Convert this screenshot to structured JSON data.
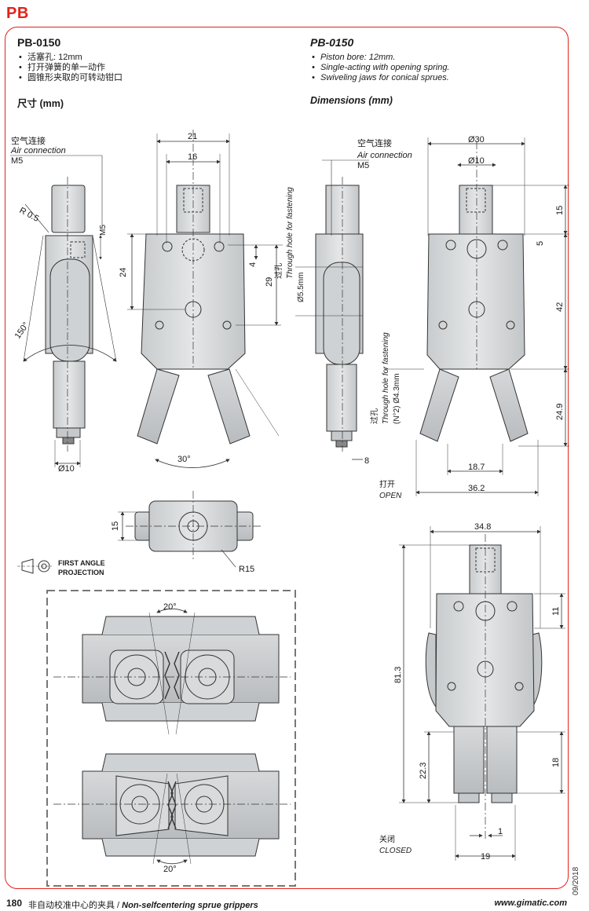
{
  "header": {
    "tag": "PB"
  },
  "left_col": {
    "model": "PB-0150",
    "bullets": [
      "活塞孔: 12mm",
      "打开弹簧的单一动作",
      "圆锥形夹取的可转动钳口"
    ],
    "dim_title": "尺寸 (mm)"
  },
  "right_col": {
    "model": "PB-0150",
    "bullets": [
      "Piston bore: 12mm.",
      "Single-acting with opening spring.",
      "Swiveling jaws for conical sprues."
    ],
    "dim_title": "Dimensions (mm)"
  },
  "labels": {
    "air_cn": "空气连接",
    "air_en": "Air connection",
    "m5": "M5",
    "r05": "R 0.5",
    "through_en": "Through hole for fastening",
    "guokong": "过孔",
    "d55": "Ø5.5mm",
    "n2_d43": "(N°2) Ø4.3mm",
    "open_cn": "打开",
    "open_en": "OPEN",
    "closed_cn": "关闭",
    "closed_en": "CLOSED",
    "first_angle_1": "FIRST ANGLE",
    "first_angle_2": "PROJECTION",
    "d10": "Ø10",
    "d30": "Ø30",
    "r15": "R15"
  },
  "dimensions": {
    "d21": "21",
    "d16": "16",
    "d24": "24",
    "d29": "29",
    "d4": "4",
    "dm5": "M5",
    "a150": "150°",
    "a30": "30°",
    "d8": "8",
    "d15a": "15",
    "d5": "5",
    "d42": "42",
    "d249": "24.9",
    "d187": "18.7",
    "d362": "36.2",
    "d15b": "15",
    "d348": "34.8",
    "d11": "11",
    "d813": "81.3",
    "d223": "22.3",
    "d18": "18",
    "d1": "1",
    "d19": "19",
    "a20a": "20°",
    "a20b": "20°"
  },
  "footer": {
    "page": "180",
    "cn": "非自动校准中心的夹具 / ",
    "en": "Non-selfcentering sprue grippers",
    "website": "www.gimatic.com",
    "date": "09/2018"
  }
}
